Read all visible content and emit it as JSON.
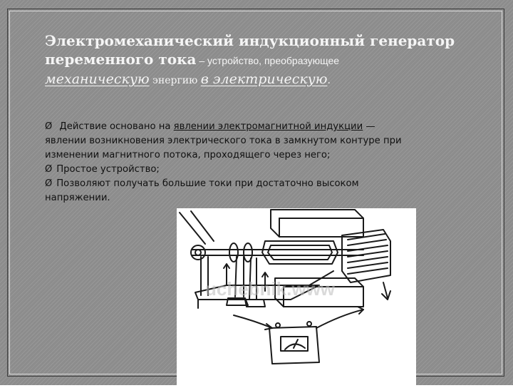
{
  "title": {
    "line1": "Электромеханический индукционный генератор",
    "line2_bold": "переменного тока",
    "line2_rest": " – устройство, преобразующее",
    "line3_word1": "механическую",
    "line3_mid": " энергию ",
    "line3_word2": "в электрическую",
    "line3_end": "."
  },
  "bullets": {
    "b1_arrow": "Ø",
    "b1_pre": " Действие основано на ",
    "b1_link": "явлении электромагнитной индукции",
    "b1_post": " —",
    "b1_line2": "явлении возникновения электрического тока в замкнутом контуре при",
    "b1_line3": "изменении магнитного потока, проходящего через него;",
    "b2_arrow": "Ø",
    "b2_text": "Простое устройство;",
    "b3_arrow": "Ø",
    "b3_line1": "Позволяют получать большие токи при достаточно высоком",
    "b3_line2": "напряжении."
  },
  "diagram": {
    "watermark": "uchebnik.www",
    "icon": "generator-illustration"
  }
}
